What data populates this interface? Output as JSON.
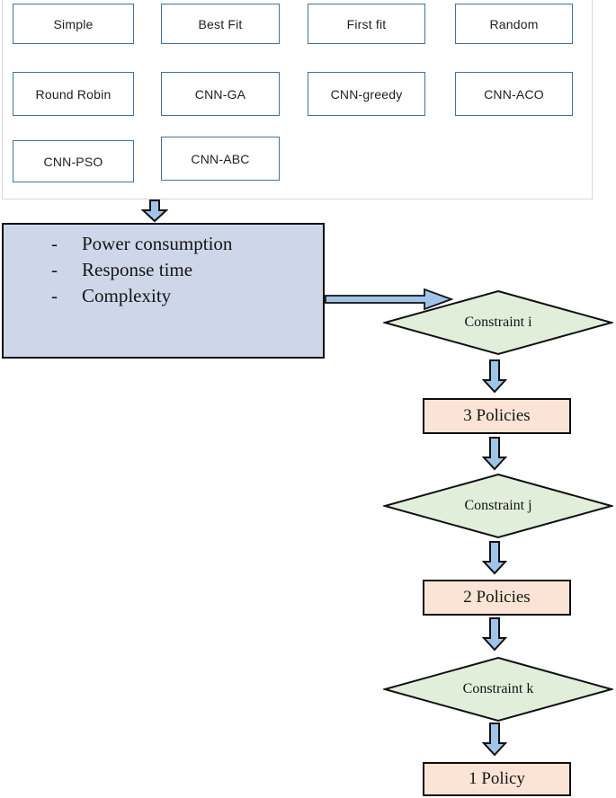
{
  "top_grid": {
    "items": [
      {
        "label": "Simple"
      },
      {
        "label": "Best Fit"
      },
      {
        "label": "First fit"
      },
      {
        "label": "Random"
      },
      {
        "label": "Round Robin"
      },
      {
        "label": "CNN-GA"
      },
      {
        "label": "CNN-greedy"
      },
      {
        "label": "CNN-ACO"
      },
      {
        "label": "CNN-PSO"
      },
      {
        "label": "CNN-ABC"
      }
    ]
  },
  "criteria_box": {
    "items": [
      {
        "bullet": "-",
        "label": "Power consumption"
      },
      {
        "bullet": "-",
        "label": "Response time"
      },
      {
        "bullet": "-",
        "label": "Complexity"
      }
    ]
  },
  "flow": {
    "constraint_i": "Constraint i",
    "policies_3": "3 Policies",
    "constraint_j": "Constraint j",
    "policies_2": "2 Policies",
    "constraint_k": "Constraint k",
    "policy_1": "1 Policy"
  },
  "icons": {
    "down_arrow": "block-down-arrow",
    "right_arrow": "block-right-arrow"
  },
  "colors": {
    "algo_box_border": "#41719C",
    "panel_border": "#D7D7D7",
    "criteria_fill": "#CED7EA",
    "diamond_fill": "#E1EEDA",
    "policy_fill": "#FBE4D5",
    "arrow_fill": "#A0C4E8",
    "outline": "#111111"
  }
}
